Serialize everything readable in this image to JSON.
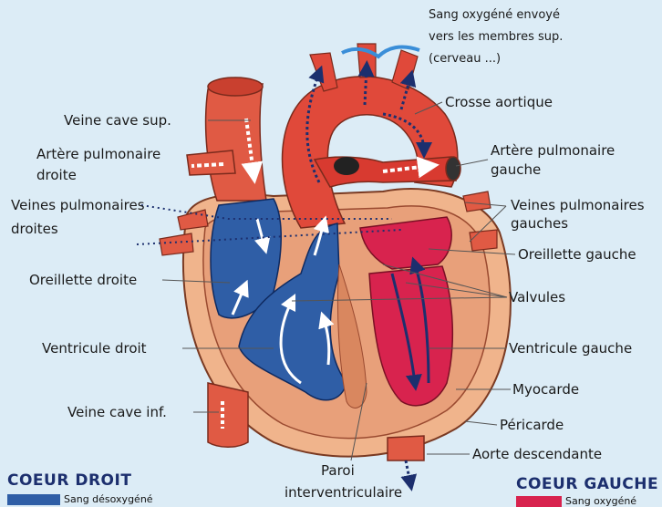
{
  "labels": {
    "sang_oxygene_envoye": "Sang oxygéné envoyé",
    "vers_membres_sup": "vers les membres sup.",
    "cerveau": "(cerveau ...)",
    "crosse_aortique": "Crosse aortique",
    "veine_cave_sup": "Veine cave sup.",
    "artere_pulm_droite_1": "Artère pulmonaire",
    "artere_pulm_droite_2": "droite",
    "artere_pulm_gauche_1": "Artère pulmonaire",
    "artere_pulm_gauche_2": "gauche",
    "veines_pulm_droites_1": "Veines pulmonaires",
    "veines_pulm_droites_2": "droites",
    "veines_pulm_gauches_1": "Veines pulmonaires",
    "veines_pulm_gauches_2": "gauches",
    "oreillette_gauche": "Oreillette gauche",
    "oreillette_droite": "Oreillette droite",
    "valvules": "Valvules",
    "ventricule_droit": "Ventricule droit",
    "ventricule_gauche": "Ventricule gauche",
    "myocarde": "Myocarde",
    "veine_cave_inf": "Veine cave inf.",
    "pericarde": "Péricarde",
    "aorte_descendante": "Aorte descendante",
    "paroi_1": "Paroi",
    "paroi_2": "interventriculaire"
  },
  "footer": {
    "coeur_droit": "COEUR DROIT",
    "coeur_gauche": "COEUR GAUCHE",
    "sang_desoxygene": "Sang désoxygéné",
    "sang_oxygene": "Sang oxygéné"
  },
  "colors": {
    "background": "#dcecf6",
    "deoxygenated": "#2f5ea6",
    "oxygenated": "#d8234e",
    "vessel": "#e05a44",
    "pericardium": "#f0b48c"
  }
}
